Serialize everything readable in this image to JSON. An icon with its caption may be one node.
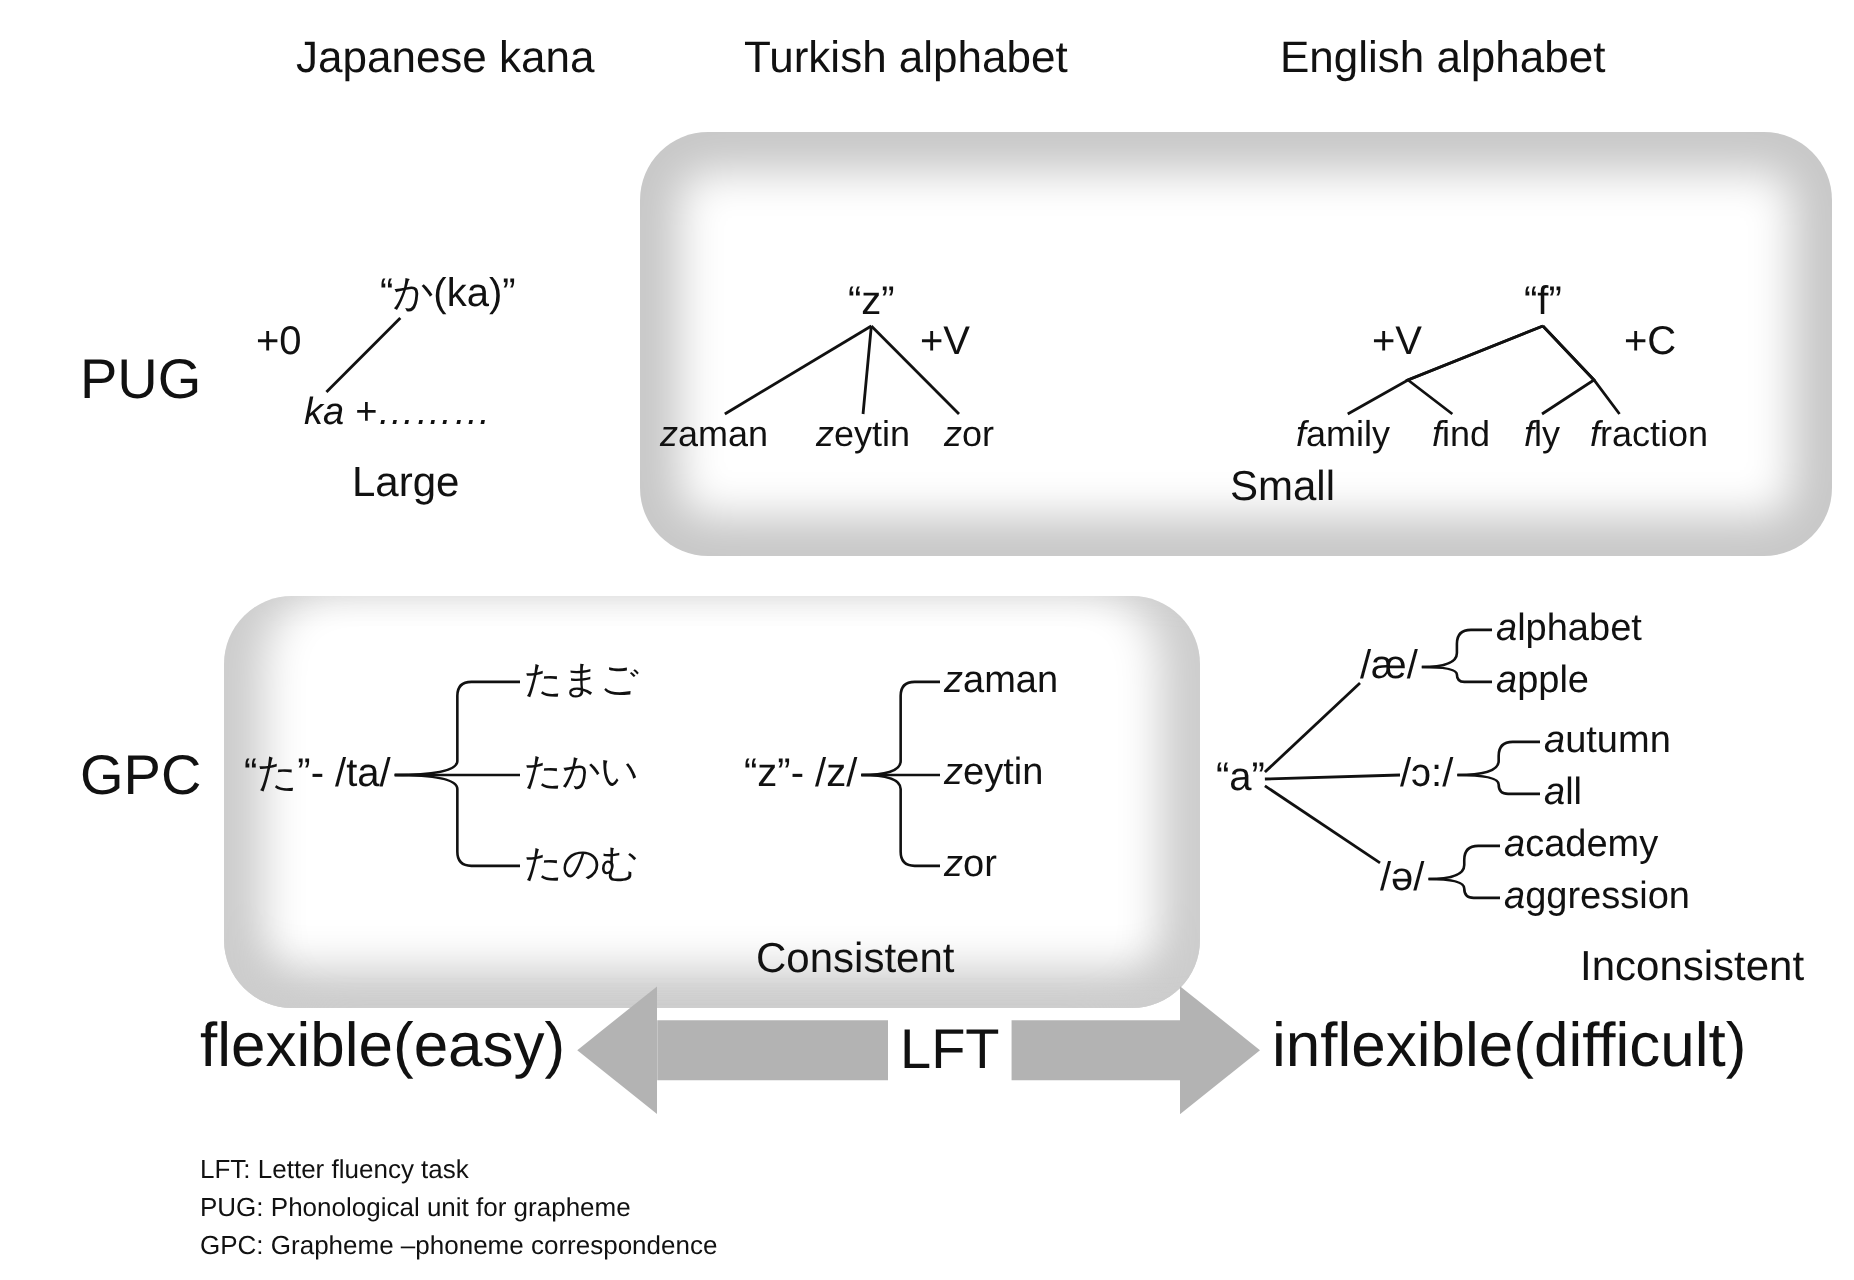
{
  "diagram": {
    "nodes": [
      {
        "text": [
          "“か(ka)”"
        ]
      },
      {
        "text": [
          "ka +………"
        ]
      },
      {
        "text": [
          "Small"
        ]
      },
      {
        "text": [
          "“z”"
        ],
        "in": 2
      },
      {
        "text": [
          "zaman"
        ],
        "in": 2
      },
      {
        "text": [
          "zeytin"
        ],
        "in": 2
      },
      {
        "text": [
          "zor"
        ],
        "in": 2
      },
      {
        "text": [
          "“f”"
        ],
        "in": 2
      },
      {
        "text": [
          "family"
        ],
        "in": 2
      },
      {
        "text": [
          "find"
        ],
        "in": 2
      },
      {
        "text": [
          "fly"
        ],
        "in": 2
      },
      {
        "text": [
          "fraction"
        ],
        "in": 2
      },
      {
        "text": [
          "Consistent"
        ]
      },
      {
        "text": [
          "“た”- /ta/"
        ],
        "in": 12
      },
      {
        "text": [
          "たまご"
        ],
        "in": 12
      },
      {
        "text": [
          "たかい"
        ],
        "in": 12
      },
      {
        "text": [
          "たのむ"
        ],
        "in": 12
      },
      {
        "text": [
          "“z”- /z/"
        ],
        "in": 12
      },
      {
        "text": [
          "zaman"
        ],
        "in": 12
      },
      {
        "text": [
          "zeytin"
        ],
        "in": 12
      },
      {
        "text": [
          "zor"
        ],
        "in": 12
      },
      {
        "text": [
          "“a”"
        ]
      },
      {
        "text": [
          "/æ/"
        ]
      },
      {
        "text": [
          "alphabet"
        ]
      },
      {
        "text": [
          "apple"
        ]
      },
      {
        "text": [
          "/ɔ:/"
        ]
      },
      {
        "text": [
          "autumn"
        ]
      },
      {
        "text": [
          "all"
        ]
      },
      {
        "text": [
          "/ə/"
        ]
      },
      {
        "text": [
          "academy"
        ]
      },
      {
        "text": [
          "aggression"
        ]
      },
      {
        "text": [
          "flexible(easy)"
        ]
      },
      {
        "text": [
          "LFT"
        ]
      },
      {
        "text": [
          "inflexible(difficult)"
        ]
      }
    ],
    "edges": [
      {
        "from": 0,
        "to": 1,
        "arrow": "none",
        "label": "+0"
      },
      {
        "from": 3,
        "to": 4,
        "arrow": "none"
      },
      {
        "from": 3,
        "to": 5,
        "arrow": "none"
      },
      {
        "from": 3,
        "to": 6,
        "arrow": "none",
        "label": "+V"
      },
      {
        "from": 7,
        "to": 8,
        "arrow": "none",
        "label": "+V"
      },
      {
        "from": 7,
        "to": 9,
        "arrow": "none"
      },
      {
        "from": 7,
        "to": 10,
        "arrow": "none",
        "label": "+C"
      },
      {
        "from": 7,
        "to": 11,
        "arrow": "none"
      },
      {
        "from": 13,
        "to": 14,
        "arrow": "none"
      },
      {
        "from": 13,
        "to": 15,
        "arrow": "none"
      },
      {
        "from": 13,
        "to": 16,
        "arrow": "none"
      },
      {
        "from": 17,
        "to": 18,
        "arrow": "none"
      },
      {
        "from": 17,
        "to": 19,
        "arrow": "none"
      },
      {
        "from": 17,
        "to": 20,
        "arrow": "none"
      },
      {
        "from": 21,
        "to": 22,
        "arrow": "none"
      },
      {
        "from": 21,
        "to": 25,
        "arrow": "none"
      },
      {
        "from": 21,
        "to": 28,
        "arrow": "none"
      },
      {
        "from": 22,
        "to": 23,
        "arrow": "none"
      },
      {
        "from": 22,
        "to": 24,
        "arrow": "none"
      },
      {
        "from": 25,
        "to": 26,
        "arrow": "none"
      },
      {
        "from": 25,
        "to": 27,
        "arrow": "none"
      },
      {
        "from": 28,
        "to": 29,
        "arrow": "none"
      },
      {
        "from": 28,
        "to": 30,
        "arrow": "none"
      },
      {
        "from": 32,
        "to": 31,
        "arrow": "to",
        "style": "thick",
        "color": "#b3b3b3"
      },
      {
        "from": 32,
        "to": 33,
        "arrow": "to",
        "style": "thick",
        "color": "#b3b3b3"
      }
    ],
    "labels": [
      "Japanese kana",
      "Turkish alphabet",
      "English alphabet",
      "PUG",
      "Large",
      "GPC",
      "Inconsistent",
      "LFT: Letter fluency  task",
      "PUG: Phonological unit for grapheme",
      "GPC: Grapheme –phoneme correspondence"
    ]
  }
}
